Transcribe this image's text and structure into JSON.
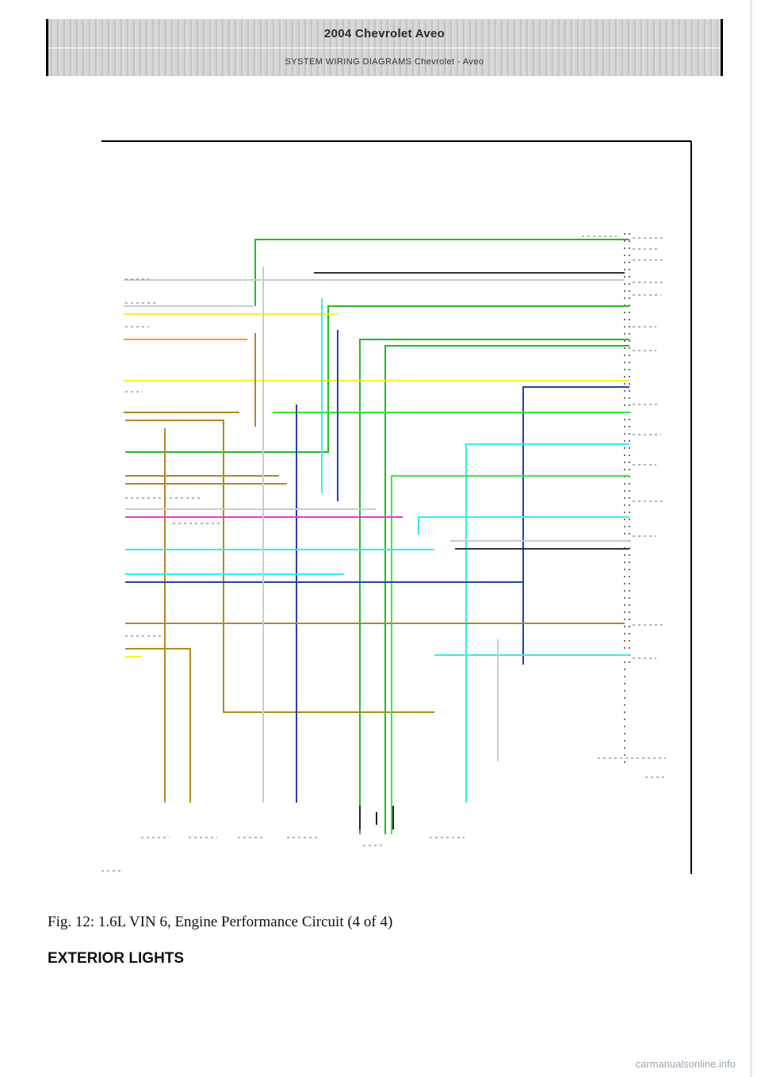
{
  "header": {
    "title": "2004 Chevrolet Aveo",
    "subtitle": "SYSTEM WIRING DIAGRAMS Chevrolet - Aveo"
  },
  "figure": {
    "caption": "Fig. 12: 1.6L VIN 6, Engine Performance Circuit (4 of 4)"
  },
  "section": {
    "title": "EXTERIOR LIGHTS"
  },
  "watermark": "carmanualsonline.info",
  "colors": {
    "green": "#22bb22",
    "bright_green": "#33ee33",
    "gray": "#cccccc",
    "black": "#333333",
    "yellow": "#ffee33",
    "orange": "#ff9933",
    "tan": "#b08a2a",
    "blue": "#2244aa",
    "cyan": "#33eeee",
    "magenta": "#ee33dd"
  }
}
